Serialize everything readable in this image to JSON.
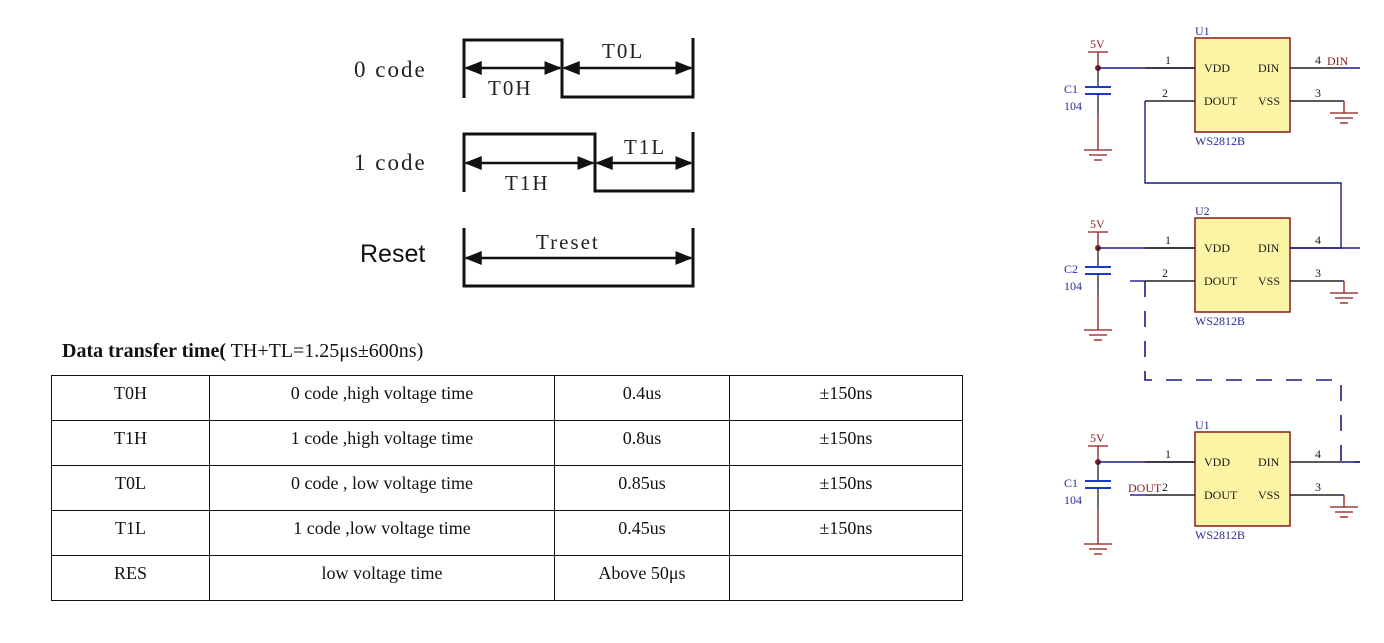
{
  "timing_diagram": {
    "rows": [
      {
        "label": "0 code",
        "high_segment": "T0H",
        "low_segment": "T0L"
      },
      {
        "label": "1 code",
        "high_segment": "T1H",
        "low_segment": "T1L"
      },
      {
        "label": "Reset",
        "segment": "Treset"
      }
    ]
  },
  "table_section": {
    "heading_bold": "Data transfer time(",
    "heading_normal": " TH+TL=1.25μs±600ns)",
    "rows": [
      [
        "T0H",
        "0 code ,high voltage time",
        "0.4us",
        "±150ns"
      ],
      [
        "T1H",
        "1 code ,high voltage time",
        "0.8us",
        "±150ns"
      ],
      [
        "T0L",
        "0 code , low voltage time",
        "0.85us",
        "±150ns"
      ],
      [
        "T1L",
        "1 code ,low voltage time",
        "0.45us",
        "±150ns"
      ],
      [
        "RES",
        "low voltage time",
        "Above 50μs",
        ""
      ]
    ]
  },
  "schematic": {
    "colors": {
      "wire": "#1a1a8c",
      "component": "#8b1a1a",
      "chip_fill": "#fdf5a6",
      "pin_text": "#1a1a1a",
      "label_blue": "#2a2a9a",
      "label_red": "#8b1a1a"
    },
    "chips": [
      {
        "ref": "U1",
        "part": "WS2812B",
        "cap_ref": "C1",
        "cap_value": "104",
        "supply": "5V",
        "pins": {
          "vdd": {
            "name": "VDD",
            "num": "1"
          },
          "dout": {
            "name": "DOUT",
            "num": "2"
          },
          "vss": {
            "name": "VSS",
            "num": "3"
          },
          "din": {
            "name": "DIN",
            "num": "4"
          }
        },
        "net_label": "DIN"
      },
      {
        "ref": "U2",
        "part": "WS2812B",
        "cap_ref": "C2",
        "cap_value": "104",
        "supply": "5V",
        "pins": {
          "vdd": {
            "name": "VDD",
            "num": "1"
          },
          "dout": {
            "name": "DOUT",
            "num": "2"
          },
          "vss": {
            "name": "VSS",
            "num": "3"
          },
          "din": {
            "name": "DIN",
            "num": "4"
          }
        }
      },
      {
        "ref": "U1",
        "part": "WS2812B",
        "cap_ref": "C1",
        "cap_value": "104",
        "supply": "5V",
        "pins": {
          "vdd": {
            "name": "VDD",
            "num": "1"
          },
          "dout": {
            "name": "DOUT",
            "num": "2"
          },
          "vss": {
            "name": "VSS",
            "num": "3"
          },
          "din": {
            "name": "DIN",
            "num": "4"
          }
        },
        "net_label": "DOUT"
      }
    ]
  }
}
